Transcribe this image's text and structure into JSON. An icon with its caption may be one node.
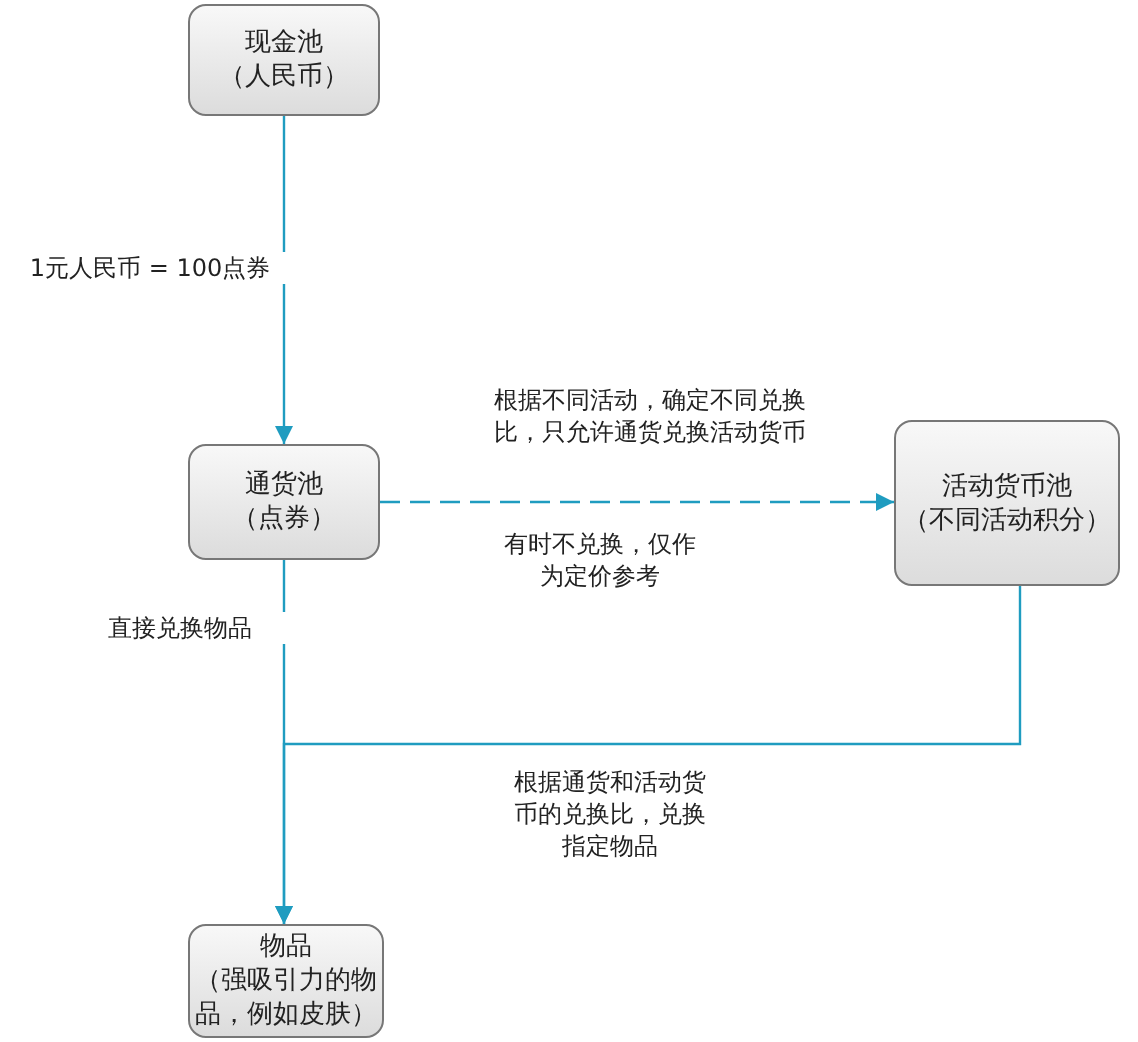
{
  "diagram": {
    "nodes": [
      {
        "text": [
          "现金池",
          "（人民币）"
        ]
      },
      {
        "text": [
          "通货池",
          "（点券）"
        ]
      },
      {
        "text": [
          "活动货币池",
          "（不同活动积分）"
        ]
      },
      {
        "text": [
          "物品",
          "（强吸引力的物品，例如皮肤）"
        ]
      }
    ],
    "edges": [
      {
        "from": 0,
        "to": 1,
        "arrow": "to",
        "label": "1元人民币 = 100点券"
      },
      {
        "from": 1,
        "to": 2,
        "arrow": "to",
        "style": "dashed",
        "label": "根据不同活动，确定不同兑换比，只允许通货兑换活动货币"
      },
      {
        "from": 1,
        "to": 3,
        "arrow": "to",
        "label": "直接兑换物品"
      },
      {
        "from": 2,
        "to": 3,
        "arrow": "to",
        "label": "根据通货和活动货币的兑换比，兑换指定物品"
      }
    ],
    "labels": [
      "有时不兑换，仅作为定价参考"
    ]
  }
}
